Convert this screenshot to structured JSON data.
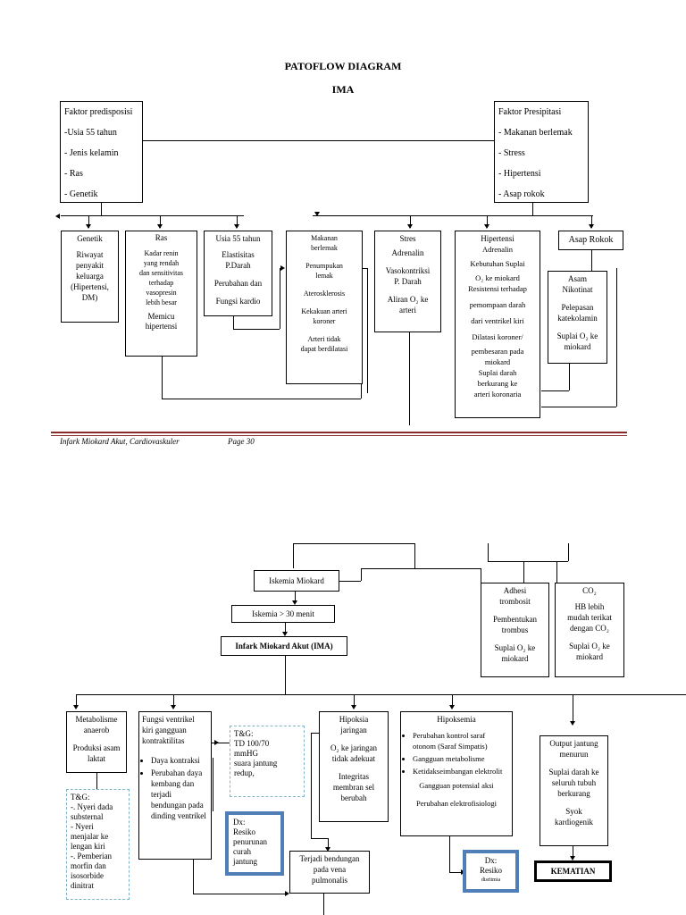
{
  "header": {
    "title": "PATOFLOW DIAGRAM",
    "subtitle": "IMA"
  },
  "predisposisi": {
    "title": "Faktor predisposisi",
    "items": [
      "-Usia 55 tahun",
      "- Jenis kelamin",
      "- Ras",
      "- Genetik"
    ]
  },
  "presipitasi": {
    "title": "Faktor Presipitasi",
    "items": [
      "-  Makanan berlemak",
      "-  Stress",
      "-  Hipertensi",
      "-  Asap rokok"
    ]
  },
  "genetik": {
    "title": "Genetik",
    "lines": [
      "Riwayat",
      "penyakit",
      "keluarga",
      "(Hipertensi,",
      "DM)"
    ]
  },
  "ras": {
    "title": "Ras",
    "lines": [
      "Kadar renin",
      "yang rendah",
      "dan sensitivitas",
      "terhadap",
      "vasopresin",
      "lebih besar",
      "Memicu",
      "hipertensi"
    ]
  },
  "usia": {
    "title": "Usia 55 tahun",
    "lines": [
      "Elastisitas",
      "P.Darah",
      "Perubahan dan",
      "Fungsi kardio"
    ]
  },
  "makanan": {
    "lines": [
      "Makanan",
      "berlemak",
      "Penumpukan",
      "lemak",
      "Aterosklerosis",
      "Kekakuan arteri",
      "koroner",
      "Arteri tidak",
      "dapat berdilatasi"
    ]
  },
  "stres": {
    "lines": [
      "Stres",
      "Adrenalin",
      "Vasokontriksi",
      "P. Darah",
      "Aliran O₂ ke",
      "arteri"
    ]
  },
  "hipertensi": {
    "lines": [
      "Hipertensi",
      "Adrenalin",
      "Kebutuhan Suplai",
      "O₂ ke miokard",
      "Resistensi terhadap",
      "pemompaan darah",
      "dari ventrikel kiri",
      "Dilatasi koroner/",
      "pembesaran pada",
      "miokard",
      "Suplai darah",
      "berkurang ke",
      "arteri koronaria"
    ]
  },
  "asap": {
    "title": "Asap Rokok",
    "lines": [
      "Asam",
      "Nikotinat",
      "Pelepasan",
      "katekolamin",
      "Suplai O₂ ke",
      "miokard"
    ]
  },
  "footer": {
    "left": "Infark Miokard Akut, Cardiovaskuler",
    "page": "Page 30"
  },
  "p2": {
    "iskemia": "Iskemia Miokard",
    "iskemia30": "Iskemia > 30 menit",
    "ima": "Infark Miokard Akut (IMA)",
    "adhesi": [
      "Adhesi",
      "trombosit",
      "Pembentukan",
      "trombus",
      "Suplai O₂ ke",
      "miokard"
    ],
    "co": [
      "CO₂",
      "HB lebih",
      "mudah terikat",
      "dengan CO₂",
      "Suplai O₂ ke",
      "miokard"
    ],
    "metabolisme": [
      "Metabolisme",
      "anaerob",
      "Produksi asam",
      "laktat"
    ],
    "fungsi": {
      "head": [
        "Fungsi ventrikel",
        "kiri  gangguan",
        "kontraktilitas"
      ],
      "bullets": [
        "Daya kontraksi",
        "Perubahan daya kembang dan terjadi bendungan pada dinding ventrikel"
      ]
    },
    "tg1": [
      "T&G:",
      "TD 100/70",
      "mmHG",
      "suara jantung",
      "redup,"
    ],
    "tg2": [
      "T&G:",
      "-. Nyeri dada",
      "substernal",
      "- Nyeri",
      "menjalar ke",
      "lengan kiri",
      "-. Pemberian",
      "morfin dan",
      "isosorbide",
      "dinitrat"
    ],
    "dx1": [
      "Dx:",
      "Resiko",
      "penurunan",
      "curah",
      "jantung"
    ],
    "hipoksia": [
      "Hipoksia",
      "jaringan",
      "O₂ ke jaringan",
      "tidak adekuat",
      "Integritas",
      "membran sel",
      "berubah"
    ],
    "hipoksemia": {
      "title": "Hipoksemia",
      "bullets": [
        "Perubahan kontrol saraf otonom (Saraf Simpatis)",
        "Gangguan metabolisme",
        "Ketidakseimbangan elektrolit"
      ],
      "tail": [
        "Gangguan potensial aksi",
        "Perubahan elektrofisiologi"
      ]
    },
    "output": [
      "Output jantung",
      "menurun",
      "Suplai darah ke",
      "seluruh tubuh",
      "berkurang",
      "Syok",
      "kardiogenik"
    ],
    "kematian": "KEMATIAN",
    "bendungan": [
      "Terjadi bendungan",
      "pada vena",
      "pulmonalis"
    ],
    "dx2": [
      "Dx:",
      "Resiko",
      "disritmia"
    ]
  }
}
